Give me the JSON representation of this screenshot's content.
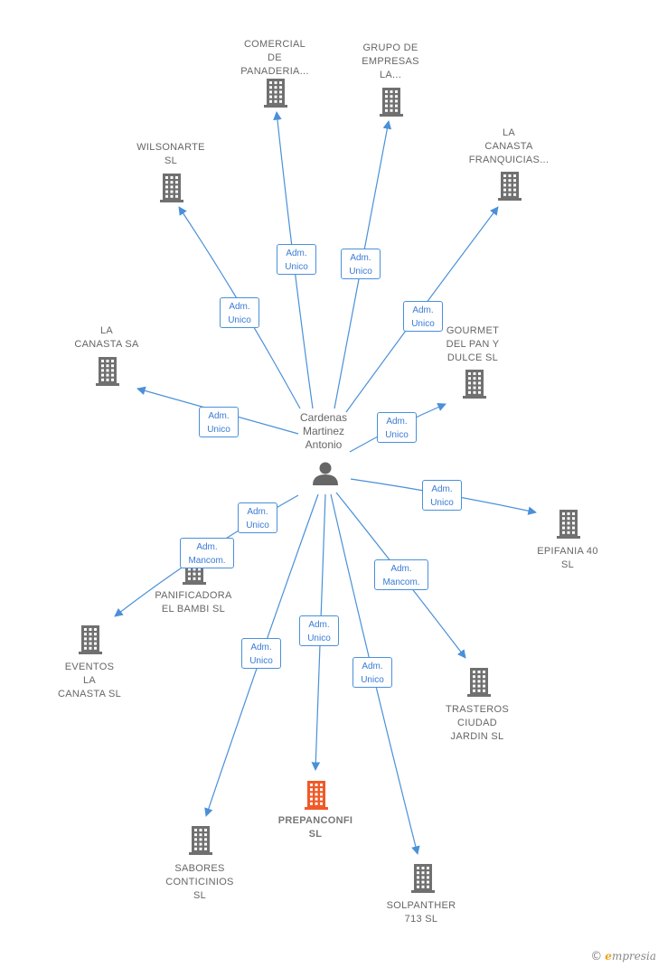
{
  "colors": {
    "edge": "#4a90d9",
    "company": "#707070",
    "highlight": "#f05a28",
    "person": "#666666"
  },
  "center": {
    "name": "Cardenas\nMartinez\nAntonio",
    "icon": "person-icon"
  },
  "nodes": [
    {
      "id": "comercial",
      "label": "COMERCIAL\nDE\nPANADERIA...",
      "edge": "Adm.\nUnico"
    },
    {
      "id": "grupo",
      "label": "GRUPO DE\nEMPRESAS\nLA...",
      "edge": "Adm.\nUnico"
    },
    {
      "id": "wilsonarte",
      "label": "WILSONARTE\nSL",
      "edge": "Adm.\nUnico"
    },
    {
      "id": "franquicias",
      "label": "LA\nCANASTA\nFRANQUICIAS...",
      "edge": "Adm.\nUnico"
    },
    {
      "id": "canastasa",
      "label": "LA\nCANASTA SA",
      "edge": "Adm.\nUnico"
    },
    {
      "id": "gourmet",
      "label": "GOURMET\nDEL PAN Y\nDULCE SL",
      "edge": "Adm.\nUnico"
    },
    {
      "id": "epifania",
      "label": "EPIFANIA 40\nSL",
      "edge": "Adm.\nUnico"
    },
    {
      "id": "bambi",
      "label": "PANIFICADORA\nEL BAMBI SL",
      "edge": "Adm.\nUnico"
    },
    {
      "id": "eventos",
      "label": "EVENTOS\nLA\nCANASTA  SL",
      "edge": "Adm.\nMancom."
    },
    {
      "id": "trasteros",
      "label": "TRASTEROS\nCIUDAD\nJARDIN  SL",
      "edge": "Adm.\nMancom."
    },
    {
      "id": "sabores",
      "label": "SABORES\nCONTICINIOS\nSL",
      "edge": "Adm.\nUnico"
    },
    {
      "id": "prepanconfi",
      "label": "PREPANCONFI\nSL",
      "edge": "Adm.\nUnico",
      "highlight": true
    },
    {
      "id": "solpanther",
      "label": "SOLPANTHER\n713  SL",
      "edge": "Adm.\nUnico"
    }
  ],
  "brand": {
    "copyright": "©",
    "initial": "e",
    "rest": "mpresia"
  }
}
